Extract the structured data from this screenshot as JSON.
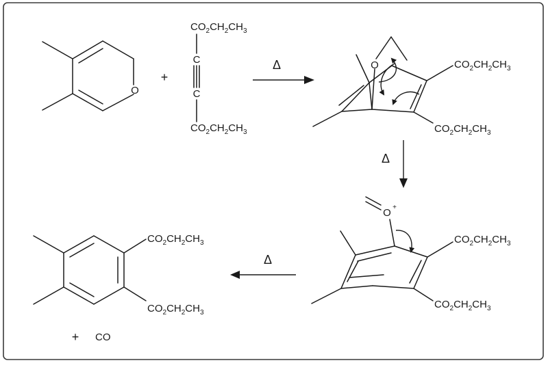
{
  "reagent": {
    "c_top": "C",
    "c_bottom": "C"
  },
  "ester": {
    "co": "CO",
    "two": "2",
    "ch": "CH",
    "ch3": "CH",
    "three": "3"
  },
  "atoms": {
    "oxygen": "O",
    "oxonium_charge": "+"
  },
  "conditions": {
    "heat": "Δ"
  },
  "signs": {
    "plus": "+",
    "co_byproduct": "CO"
  }
}
